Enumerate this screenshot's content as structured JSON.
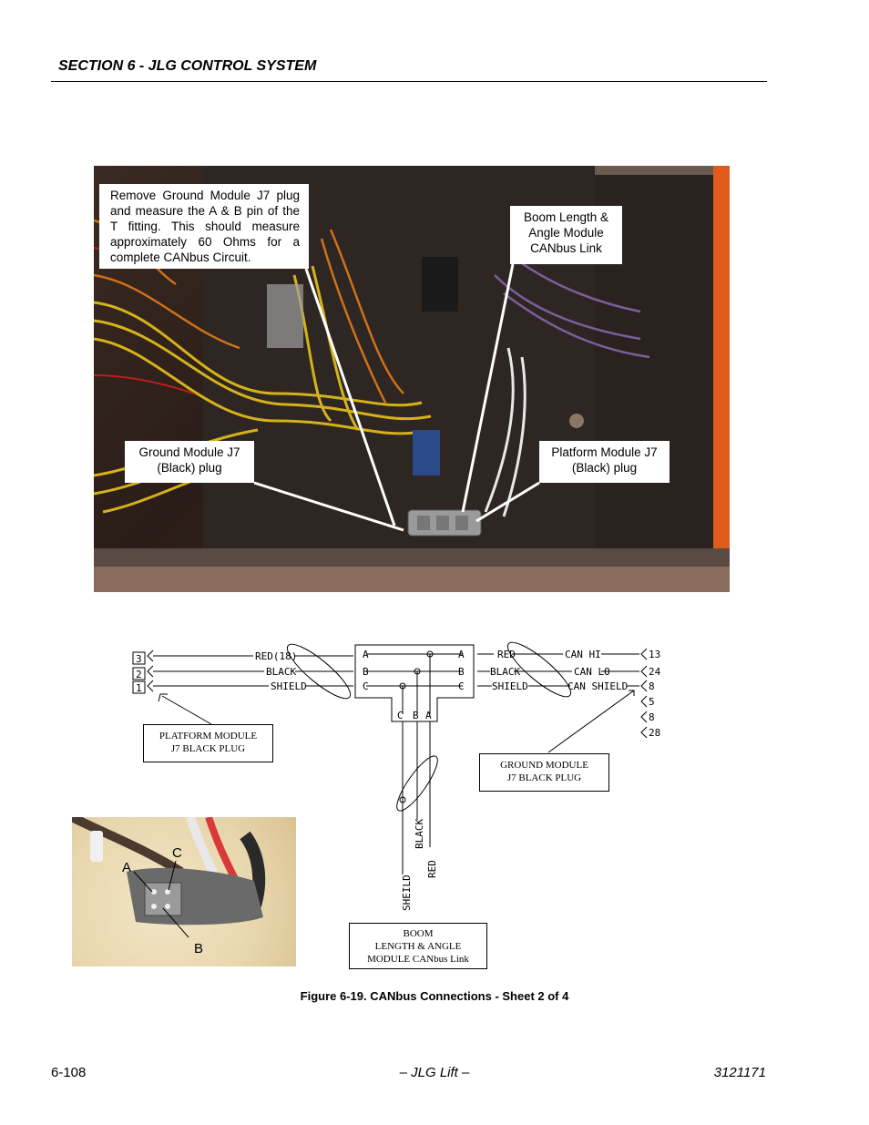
{
  "header": {
    "section_title": "SECTION 6 - JLG CONTROL SYSTEM"
  },
  "photo": {
    "callouts": [
      "Remove Ground Module J7 plug and measure the A & B pin of the T fitting. This should measure approximately 60 Ohms for a complete CANbus Circuit.",
      "Boom Length & Angle Module CANbus Link",
      "Ground Module J7 (Black) plug",
      "Platform Module J7 (Black) plug"
    ]
  },
  "diagram": {
    "left_pins": [
      "3",
      "2",
      "1"
    ],
    "left_wires": [
      "RED(18)",
      "BLACK",
      "SHIELD"
    ],
    "tee_top_pins_left": [
      "A",
      "B",
      "C"
    ],
    "tee_top_pins_right": [
      "A",
      "B",
      "C"
    ],
    "tee_bottom_pins": [
      "C",
      "B",
      "A"
    ],
    "right_wires": [
      "RED",
      "BLACK",
      "SHIELD"
    ],
    "right_signals": [
      "CAN HI",
      "CAN LO",
      "CAN SHIELD"
    ],
    "right_pins": [
      "13",
      "24",
      "8",
      "5",
      "8",
      "28"
    ],
    "bottom_wires": [
      "SHEILD",
      "BLACK",
      "RED"
    ],
    "platform_label": [
      "PLATFORM MODULE",
      "J7 BLACK PLUG"
    ],
    "ground_label": [
      "GROUND MODULE",
      "J7 BLACK PLUG"
    ],
    "boom_label": [
      "BOOM",
      "LENGTH & ANGLE",
      "MODULE  CANbus Link"
    ]
  },
  "inset": {
    "pin_labels": [
      "A",
      "C",
      "B"
    ]
  },
  "caption": "Figure 6-19.  CANbus Connections - Sheet 2 of 4",
  "footer": {
    "page": "6-108",
    "center": "– JLG Lift –",
    "doc_number": "3121171"
  },
  "colors": {
    "wire_yellow": "#e8c21a",
    "wire_orange": "#e07a1a",
    "enclosure_red": "#d84a1a"
  }
}
